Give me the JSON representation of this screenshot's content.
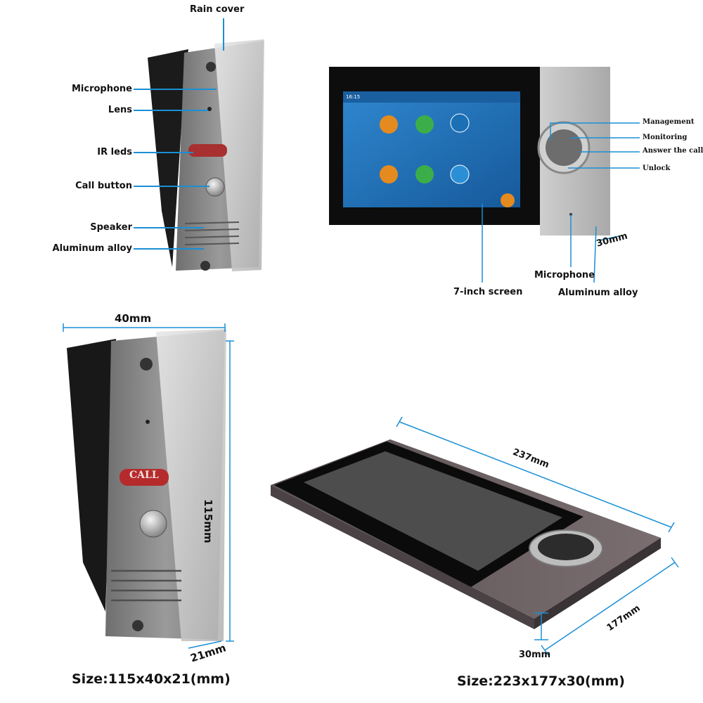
{
  "outdoor_labels": {
    "rain_cover": "Rain cover",
    "microphone": "Microphone",
    "lens": "Lens",
    "ir_leds": "IR leds",
    "call_button": "Call button",
    "speaker": "Speaker",
    "aluminum_alloy": "Aluminum alloy"
  },
  "monitor_labels": {
    "management": "Management",
    "monitoring": "Monitoring",
    "answer_call": "Answer the call",
    "unlock": "Unlock",
    "thickness": "30mm",
    "microphone": "Microphone",
    "screen": "7-inch screen",
    "aluminum_alloy": "Aluminum alloy",
    "screen_time": "16:15"
  },
  "outdoor_dims": {
    "width": "40mm",
    "height": "115mm",
    "depth": "21mm",
    "call_text": "CALL",
    "size": "Size:115x40x21(mm)"
  },
  "monitor_dims": {
    "length": "237mm",
    "width": "177mm",
    "depth": "30mm",
    "size": "Size:223x177x30(mm)"
  },
  "colors": {
    "accent": "#1a8fd6",
    "screen": "#1e6fb8",
    "panel": "#b8b8b8",
    "call_red": "#b52b2b"
  }
}
